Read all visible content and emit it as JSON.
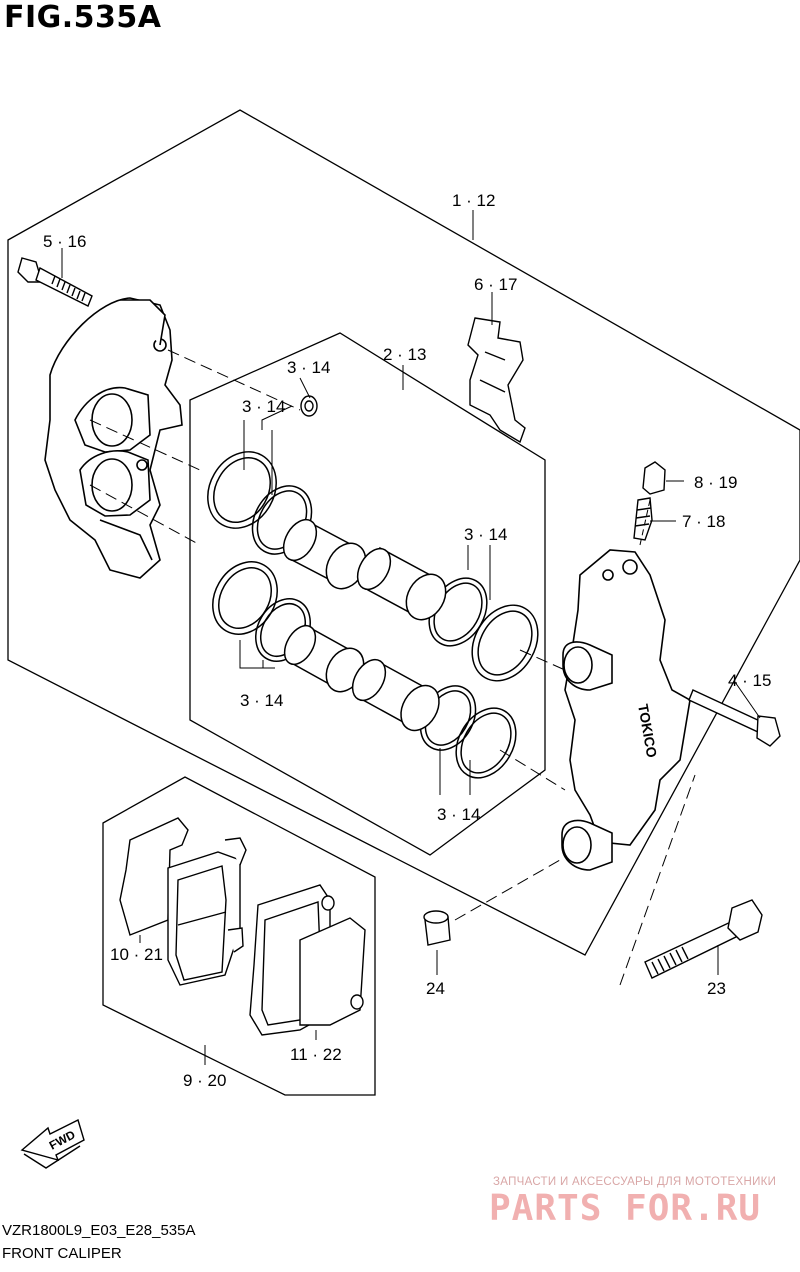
{
  "figure": {
    "title": "FIG.535A"
  },
  "callouts": {
    "c1": "1 · 12",
    "c2": "2 · 13",
    "c3a": "3 · 14",
    "c3b": "3 · 14",
    "c3c": "3 · 14",
    "c3d": "3 · 14",
    "c3e": "3 · 14",
    "c4": "4 · 15",
    "c5": "5 · 16",
    "c6": "6 · 17",
    "c7": "7 · 18",
    "c8": "8 · 19",
    "c9": "9 · 20",
    "c10": "10 · 21",
    "c11": "11 · 22",
    "c23": "23",
    "c24": "24"
  },
  "caliper_brand": "TOKICO",
  "fwd_label": "FWD",
  "footer": {
    "code": "VZR1800L9_E03_E28_535A",
    "description": "FRONT CALIPER"
  },
  "watermark": {
    "tagline": "ЗАПЧАСТИ И АКСЕССУАРЫ ДЛЯ МОТОТЕХНИКИ",
    "brand": "PARTS FOR.RU"
  }
}
